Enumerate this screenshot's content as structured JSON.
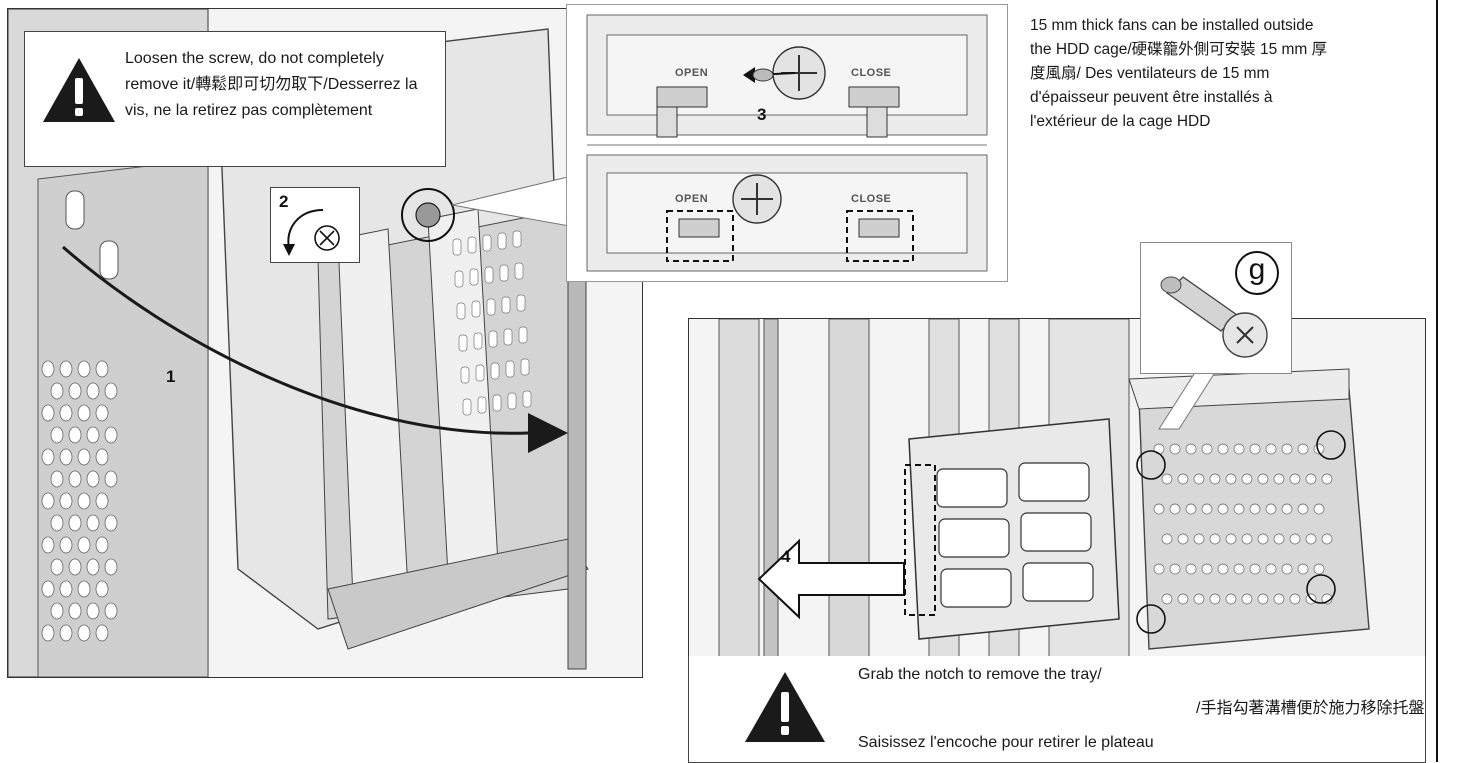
{
  "left_panel": {
    "caution_text": "Loosen the screw, do not completely remove it/轉鬆即可切勿取下/Desserrez la vis, ne la retirez pas complètement",
    "step_1": "1",
    "step_2": "2"
  },
  "zoom_panel": {
    "open_label": "OPEN",
    "close_label": "CLOSE",
    "step_3": "3"
  },
  "fan_note": {
    "text": "15 mm thick fans can be installed outside the HDD cage/硬碟籠外側可安裝 15 mm 厚度風扇/ Des ventilateurs de 15 mm d'épaisseur peuvent être installés à l'extérieur de la cage HDD"
  },
  "right_panel": {
    "step_4": "4",
    "screw_label": "g",
    "caution_line_1": "Grab the notch to remove the tray/",
    "caution_line_2": "/手指勾著溝槽便於施力移除托盤",
    "caution_line_3": "Saisissez l'encoche pour retirer le plateau"
  },
  "colors": {
    "line": "#333333",
    "metal_light": "#e8e8e8",
    "metal_mid": "#bdbdbd",
    "metal_dark": "#7a7a7a",
    "arrow": "#1a1a1a"
  }
}
